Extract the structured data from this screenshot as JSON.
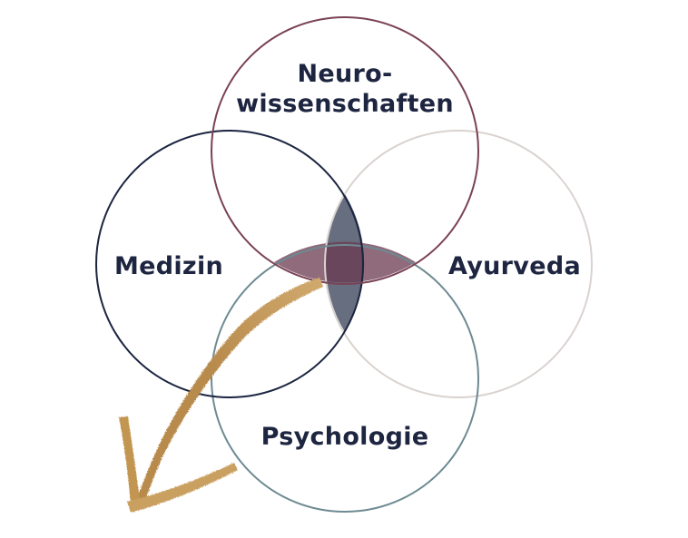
{
  "diagram": {
    "type": "venn",
    "sets": [
      {
        "id": "neuro",
        "lines": [
          "Neuro-",
          "wissenschaften"
        ],
        "color": "#7a4255"
      },
      {
        "id": "medizin",
        "lines": [
          "Medizin"
        ],
        "color": "#1b2540"
      },
      {
        "id": "ayurveda",
        "lines": [
          "Ayurveda"
        ],
        "color": "#d9d3d0"
      },
      {
        "id": "psychologie",
        "lines": [
          "Psychologie"
        ],
        "color": "#6e8a92"
      }
    ],
    "text_color": "#1d2540",
    "highlight": {
      "vertical_lens_color": "#5a6274",
      "horizontal_lens_color": "#6a3a50"
    },
    "arrow": {
      "color": "#c59a5c",
      "direction": "down-left"
    }
  }
}
